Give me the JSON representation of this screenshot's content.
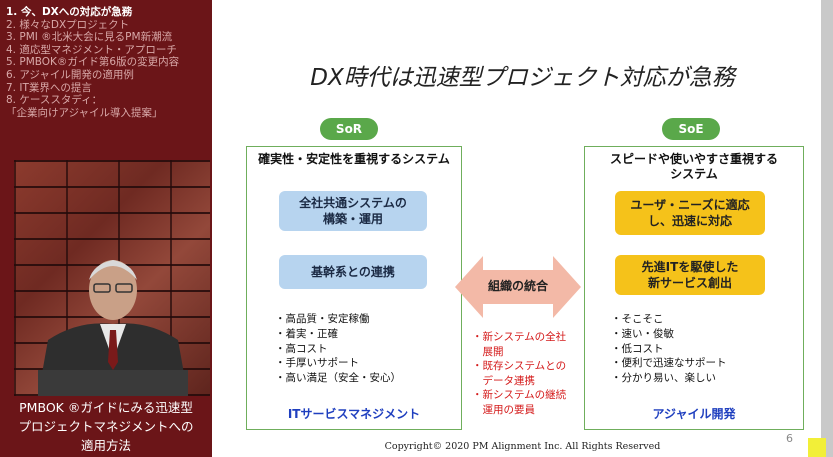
{
  "sidebar": {
    "agenda": [
      "1. 今、DXへの対応が急務",
      "2. 様々なDXプロジェクト",
      "3. PMI ®北米大会に見るPM新潮流",
      "4. 適応型マネジメント・アプローチ",
      "5. PMBOK®ガイド第6版の変更内容",
      "6. アジャイル開発の適用例",
      "7. IT業界への提言",
      "8. ケーススタディ：",
      "「企業向けアジャイル導入提案」"
    ],
    "caption": [
      "PMBOK ®ガイドにみる迅速型",
      "プロジェクトマネジメントへの",
      "適用方法"
    ]
  },
  "slide": {
    "title": "DX時代は迅速型プロジェクト対応が急務",
    "left": {
      "pill": "SoR",
      "heading": "確実性・安定性を重視するシステム",
      "box1": [
        "全社共通システムの",
        "構築・運用"
      ],
      "box2": "基幹系との連携",
      "bullets": [
        "・高品質・安定稼働",
        "・着実・正確",
        "・高コスト",
        "・手厚いサポート",
        "・高い満足（安全・安心）"
      ],
      "footer": "ITサービスマネジメント"
    },
    "right": {
      "pill": "SoE",
      "heading": [
        "スピードや使いやすさ重視する",
        "システム"
      ],
      "box1": [
        "ユーザ・ニーズに適応",
        "し、迅速に対応"
      ],
      "box2": [
        "先進ITを駆使した",
        "新サービス創出"
      ],
      "bullets": [
        "・そこそこ",
        "・速い・俊敏",
        "・低コスト",
        "・便利で迅速なサポート",
        "・分かり易い、楽しい"
      ],
      "footer": "アジャイル開発"
    },
    "arrow_label": "組織の統合",
    "red_notes": [
      "・新システムの全社",
      "　展開",
      "・既存システムとの",
      "　データ連携",
      "・新システムの継続",
      "　運用の要員"
    ],
    "copyright": "Copyright© 2020 PM Alignment Inc. All Rights Reserved",
    "page_number": "6"
  },
  "colors": {
    "sidebar_bg": "#6b1518",
    "pill_green": "#5aa84a",
    "panel_border": "#6fae5c",
    "box_blue": "#b7d4ef",
    "box_yellow": "#f5c21a",
    "arrow": "#f3b9a7",
    "footer_blue": "#1f3fbf",
    "note_red": "#d41a1a"
  }
}
